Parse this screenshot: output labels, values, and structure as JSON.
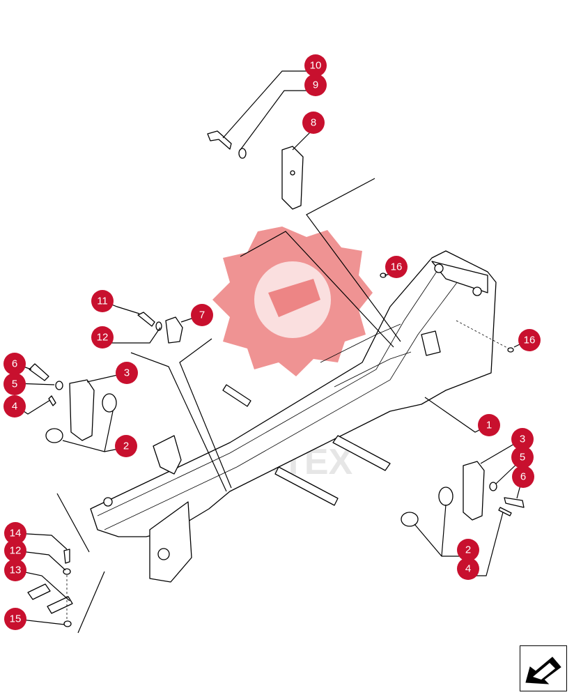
{
  "diagram": {
    "callouts": [
      {
        "id": "c10a",
        "label": "10"
      },
      {
        "id": "c9a",
        "label": "9"
      },
      {
        "id": "c8",
        "label": "8"
      },
      {
        "id": "c16a",
        "label": "16"
      },
      {
        "id": "c16b",
        "label": "16"
      },
      {
        "id": "c11",
        "label": "11"
      },
      {
        "id": "c7",
        "label": "7"
      },
      {
        "id": "c12a",
        "label": "12"
      },
      {
        "id": "c6a",
        "label": "6"
      },
      {
        "id": "c5a",
        "label": "5"
      },
      {
        "id": "c4a",
        "label": "4"
      },
      {
        "id": "c3a",
        "label": "3"
      },
      {
        "id": "c2a",
        "label": "2"
      },
      {
        "id": "c1",
        "label": "1"
      },
      {
        "id": "c3b",
        "label": "3"
      },
      {
        "id": "c5b",
        "label": "5"
      },
      {
        "id": "c6b",
        "label": "6"
      },
      {
        "id": "c2b",
        "label": "2"
      },
      {
        "id": "c4b",
        "label": "4"
      },
      {
        "id": "c14",
        "label": "14"
      },
      {
        "id": "c12b",
        "label": "12"
      },
      {
        "id": "c13",
        "label": "13"
      },
      {
        "id": "c15",
        "label": "15"
      }
    ],
    "watermark": "ARTEX",
    "accent_color": "#c8102e",
    "nav_icon": "arrow-left-down-icon"
  }
}
